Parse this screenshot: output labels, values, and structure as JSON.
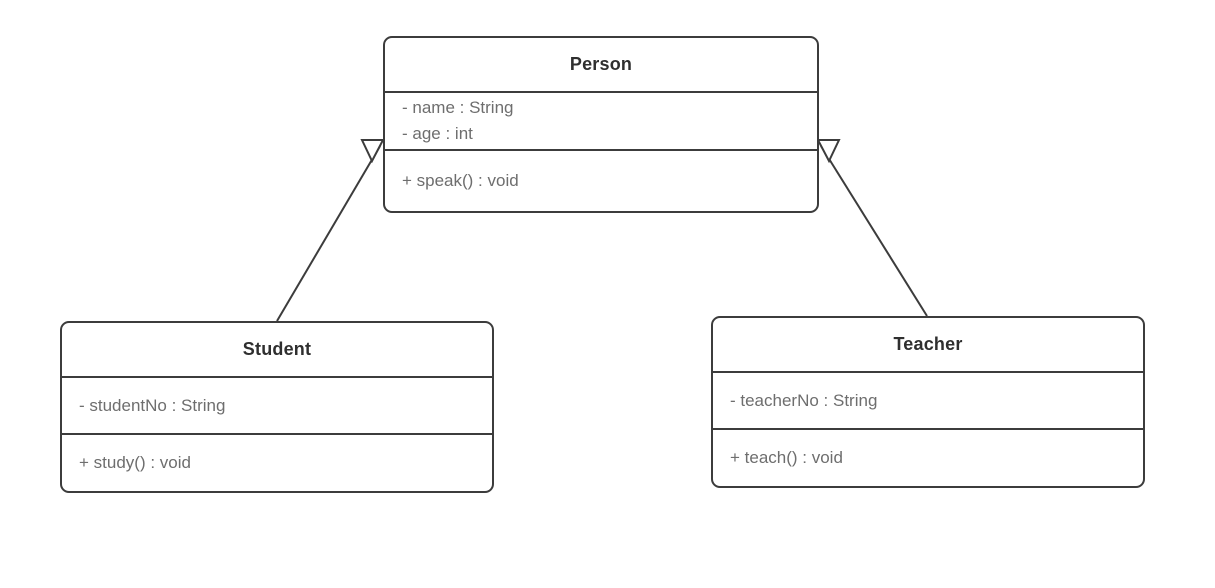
{
  "diagram": {
    "type": "uml-class-diagram",
    "background_color": "#ffffff",
    "line_color": "#3c3c3c",
    "title_color": "#2f2f2f",
    "member_color": "#6e6e6e",
    "classes": [
      {
        "id": "person",
        "name": "Person",
        "attributes": [
          "- name : String",
          "- age : int"
        ],
        "operations": [
          "+ speak() : void"
        ]
      },
      {
        "id": "student",
        "name": "Student",
        "attributes": [
          "- studentNo : String"
        ],
        "operations": [
          "+ study() : void"
        ]
      },
      {
        "id": "teacher",
        "name": "Teacher",
        "attributes": [
          "- teacherNo : String"
        ],
        "operations": [
          "+ teach() : void"
        ]
      }
    ],
    "relationships": [
      {
        "id": "student-extends-person",
        "kind": "generalization",
        "from": "Student",
        "to": "Person",
        "arrow": "hollow-triangle"
      },
      {
        "id": "teacher-extends-person",
        "kind": "generalization",
        "from": "Teacher",
        "to": "Person",
        "arrow": "hollow-triangle"
      }
    ]
  }
}
